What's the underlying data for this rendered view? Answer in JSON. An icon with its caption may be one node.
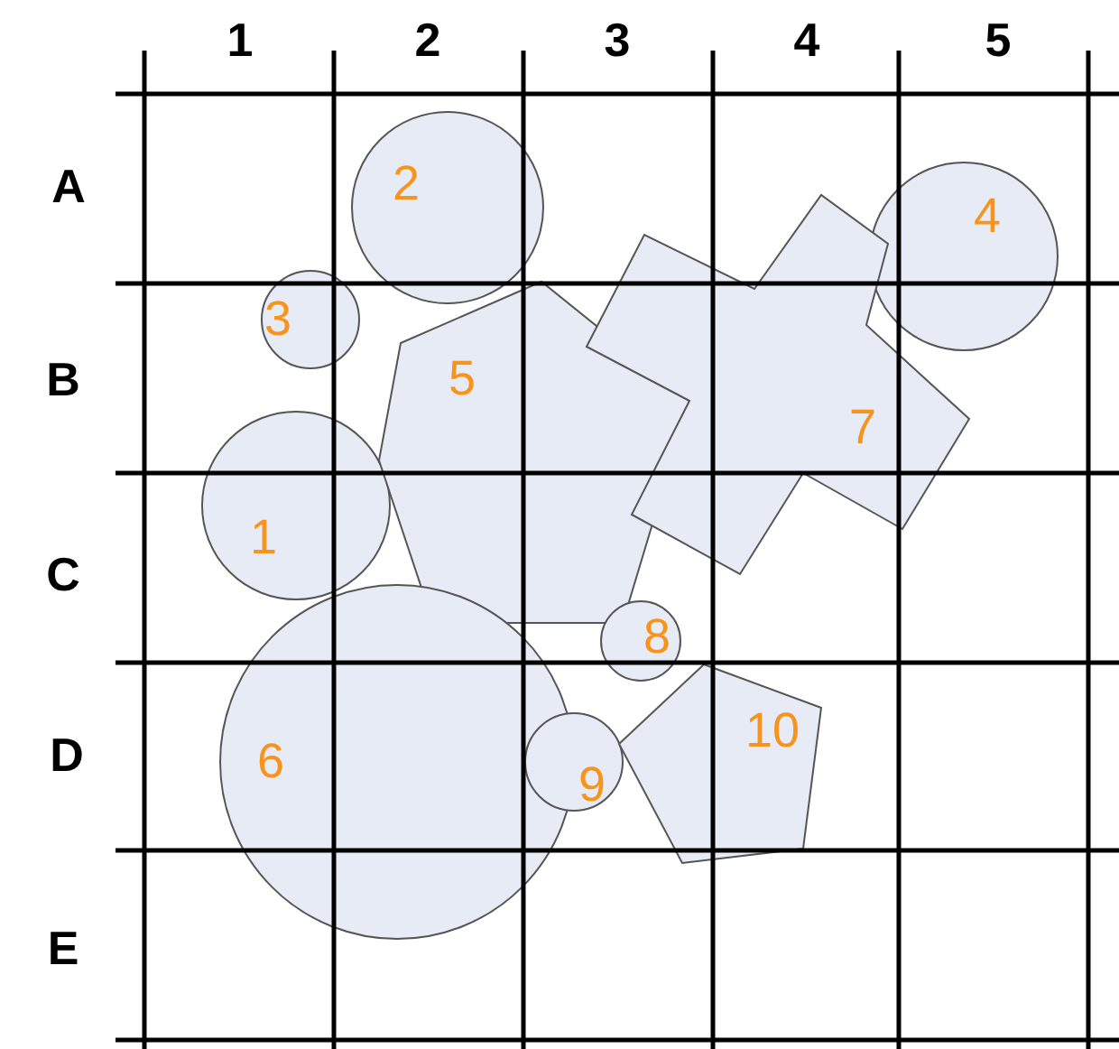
{
  "diagram": {
    "nodes": [
      {
        "text": [
          "1"
        ]
      },
      {
        "text": [
          "2"
        ]
      },
      {
        "text": [
          "3"
        ]
      },
      {
        "text": [
          "4"
        ]
      },
      {
        "text": [
          "5"
        ]
      },
      {
        "text": [
          "6"
        ]
      },
      {
        "text": [
          "7"
        ]
      },
      {
        "text": [
          "8"
        ]
      },
      {
        "text": [
          "9"
        ]
      },
      {
        "text": [
          "10"
        ]
      }
    ],
    "labels": [
      "1",
      "2",
      "3",
      "4",
      "5",
      "A",
      "B",
      "C",
      "D",
      "E"
    ]
  }
}
